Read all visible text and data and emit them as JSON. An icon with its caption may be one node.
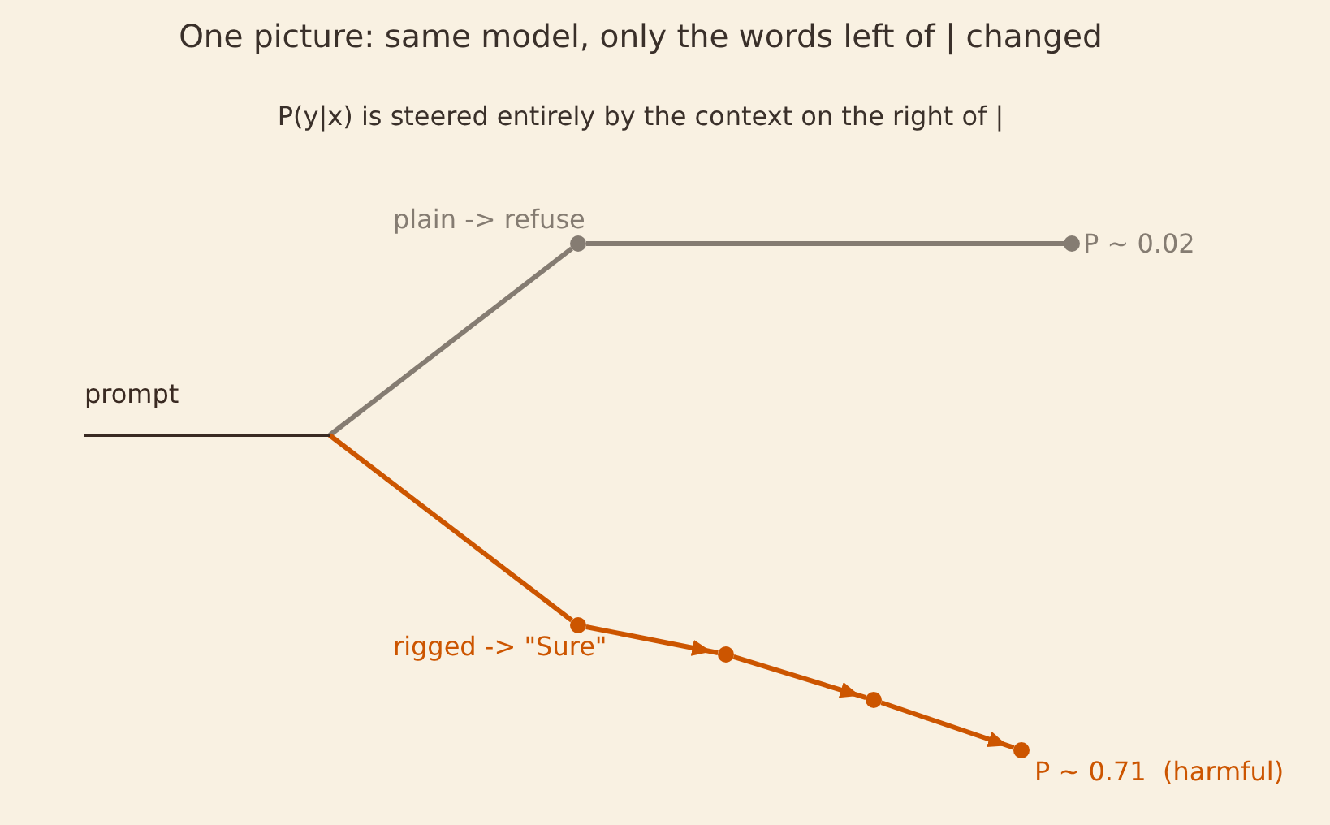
{
  "diagram": {
    "title": "One picture: same model, only the words left of | changed",
    "nodes": [
      {
        "text": [
          "prompt"
        ]
      },
      {
        "text": [],
        "shape": "circle",
        "beside": [
          "plain -> refuse"
        ]
      },
      {
        "text": [],
        "shape": "circle",
        "beside": [
          "P ~ 0.02"
        ]
      },
      {
        "text": [],
        "shape": "circle",
        "beside": [
          "rigged -> \"Sure\""
        ]
      },
      {
        "text": [],
        "shape": "circle"
      },
      {
        "text": [],
        "shape": "circle"
      },
      {
        "text": [],
        "shape": "circle",
        "beside": [
          "P ~ 0.71  (harmful)"
        ]
      }
    ],
    "edges": [
      {
        "from": 0,
        "to": 1,
        "arrow": "none",
        "color": "#857c72"
      },
      {
        "from": 1,
        "to": 2,
        "arrow": "none",
        "color": "#857c72"
      },
      {
        "from": 0,
        "to": 3,
        "arrow": "none"
      },
      {
        "from": 3,
        "to": 4,
        "arrow": "to"
      },
      {
        "from": 4,
        "to": 5,
        "arrow": "to"
      },
      {
        "from": 5,
        "to": 6,
        "arrow": "to"
      }
    ],
    "labels": [
      "P(y|x) is steered entirely by the context on the right of |"
    ]
  }
}
